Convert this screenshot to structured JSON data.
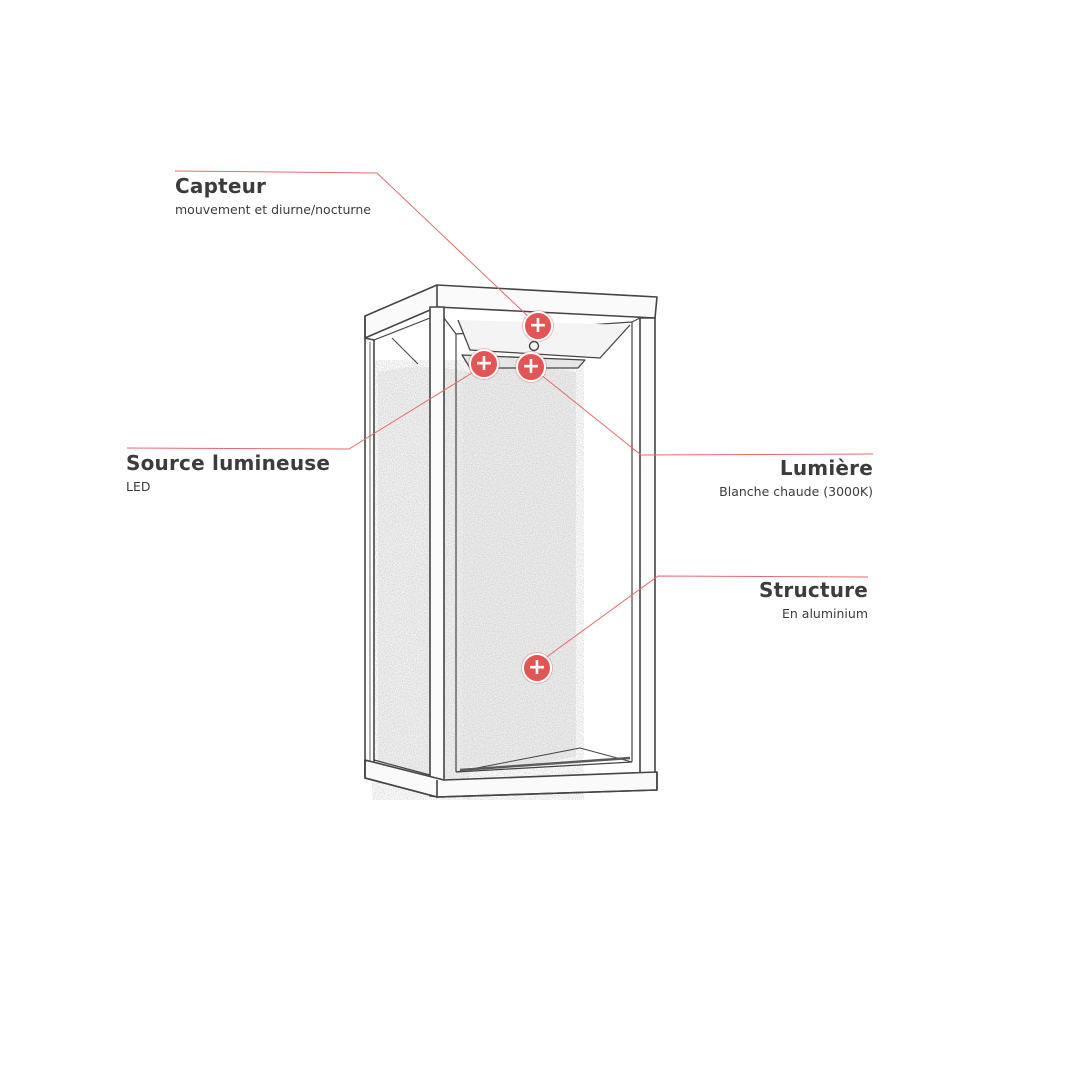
{
  "callouts": {
    "capteur": {
      "title": "Capteur",
      "subtitle": "mouvement et diurne/nocturne"
    },
    "source": {
      "title": "Source lumineuse",
      "subtitle": "LED"
    },
    "lumiere": {
      "title": "Lumière",
      "subtitle": "Blanche chaude (3000K)"
    },
    "structure": {
      "title": "Structure",
      "subtitle": "En aluminium"
    }
  },
  "hotspot": {
    "symbol": "+"
  },
  "colors": {
    "accent": "#e25555",
    "leader_line": "#e86a6a",
    "sketch_line": "#444444",
    "text": "#3c3c3c"
  },
  "icons": {
    "hotspot": "plus-circle-icon"
  }
}
